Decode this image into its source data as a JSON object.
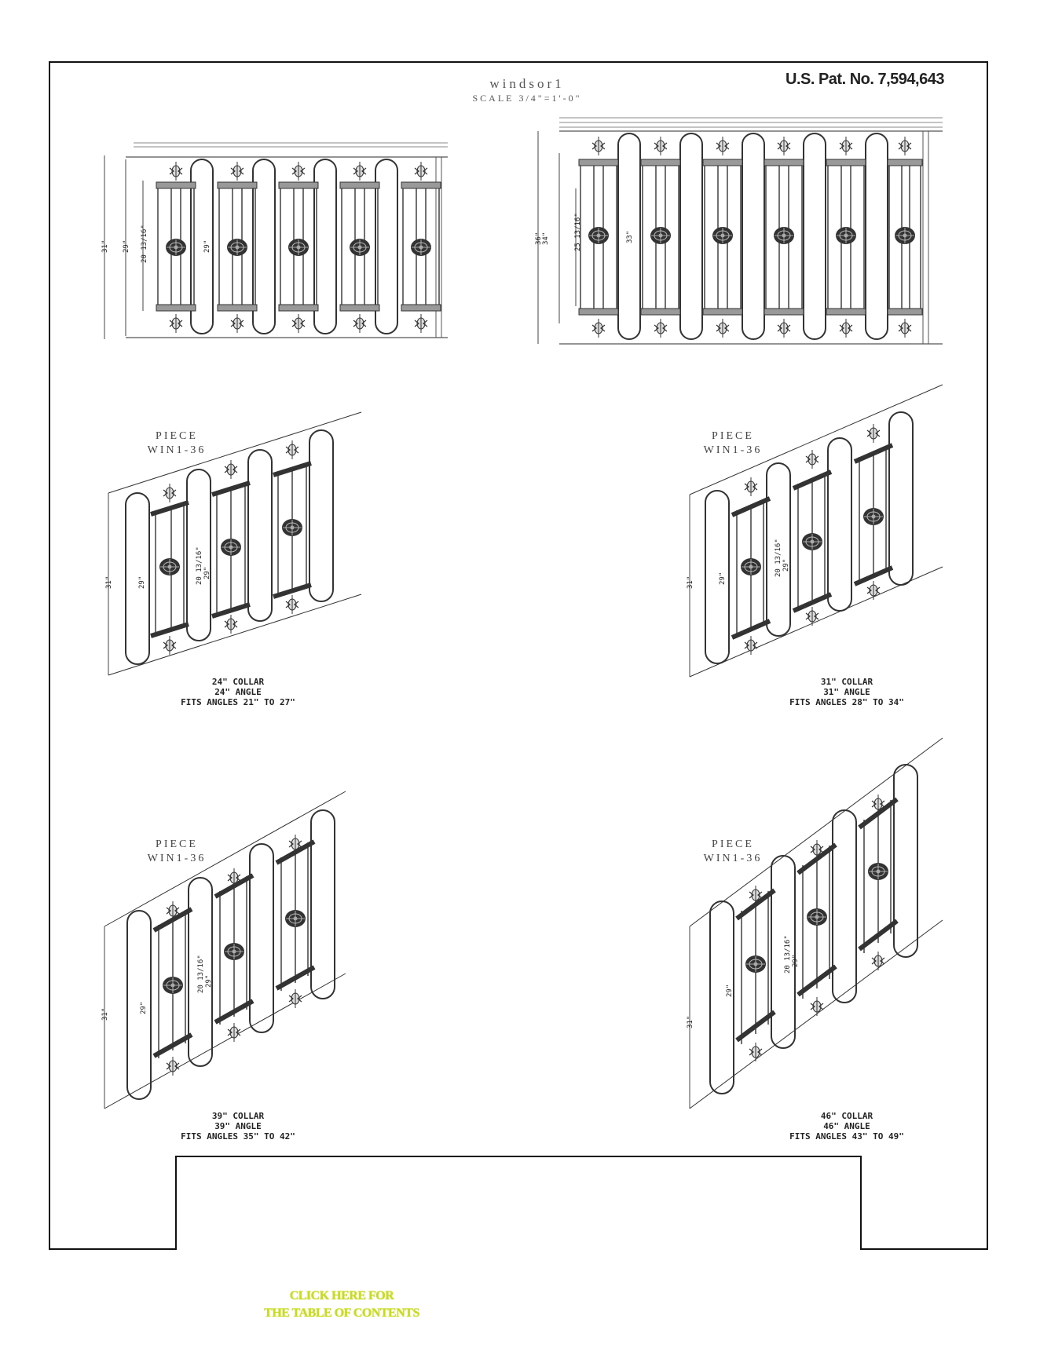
{
  "header": {
    "name": "windsor1",
    "scale": "SCALE 3/4\"=1'-0\"",
    "patent": "U.S. Pat. No. 7,594,643"
  },
  "elevations": [
    {
      "overall": "31\"",
      "inner": "29\"",
      "center": "29\"",
      "spindle": "20 13/16\""
    },
    {
      "overall": "36\"",
      "inner": "34\"",
      "center": "33\"",
      "spindle": "25 13/16\""
    }
  ],
  "pieces": [
    {
      "label": "PIECE",
      "code": "WIN1-36",
      "caption": [
        "24\" COLLAR",
        "24\" ANGLE",
        "FITS ANGLES 21\" TO 27\""
      ],
      "overall": "31\"",
      "inner": "29\"",
      "spindle": "20 13/16\"",
      "spindle2": "29\""
    },
    {
      "label": "PIECE",
      "code": "WIN1-36",
      "caption": [
        "31\" COLLAR",
        "31\" ANGLE",
        "FITS ANGLES 28\" TO 34\""
      ],
      "overall": "31\"",
      "inner": "29\"",
      "spindle": "20 13/16\"",
      "spindle2": "29\""
    },
    {
      "label": "PIECE",
      "code": "WIN1-36",
      "caption": [
        "39\" COLLAR",
        "39\" ANGLE",
        "FITS ANGLES 35\" TO 42\""
      ],
      "overall": "31\"",
      "inner": "29\"",
      "spindle": "20 13/16\"",
      "spindle2": "29\""
    },
    {
      "label": "PIECE",
      "code": "WIN1-36",
      "caption": [
        "46\" COLLAR",
        "46\" ANGLE",
        "FITS ANGLES 43\" TO 49\""
      ],
      "overall": "31\"",
      "inner": "29\"",
      "spindle": "20 13/16\"",
      "spindle2": "29\""
    }
  ],
  "toc_link": {
    "line1": "CLICK HERE FOR",
    "line2": "THE TABLE OF CONTENTS",
    "color": "#c8dc1c"
  }
}
